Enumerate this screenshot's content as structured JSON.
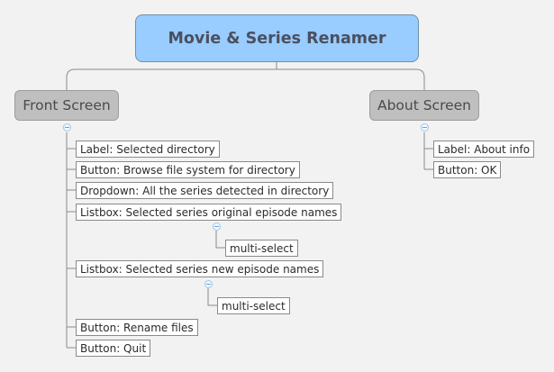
{
  "root": {
    "label": "Movie & Series Renamer"
  },
  "front_screen": {
    "label": "Front Screen",
    "items": [
      {
        "label": "Label: Selected directory"
      },
      {
        "label": "Button: Browse file system for directory"
      },
      {
        "label": "Dropdown: All the series detected in directory"
      },
      {
        "label": "Listbox: Selected series original episode names",
        "child": {
          "label": "multi-select"
        }
      },
      {
        "label": "Listbox: Selected series new episode names",
        "child": {
          "label": "multi-select"
        }
      },
      {
        "label": "Button: Rename files"
      },
      {
        "label": "Button: Quit"
      }
    ]
  },
  "about_screen": {
    "label": "About Screen",
    "items": [
      {
        "label": "Label: About info"
      },
      {
        "label": "Button: OK"
      }
    ]
  },
  "colors": {
    "root_fill": "#99ccff",
    "branch_fill": "#bfbfbf",
    "leaf_fill": "#ffffff",
    "connector": "#8a8a8a",
    "background": "#f2f2f2"
  }
}
